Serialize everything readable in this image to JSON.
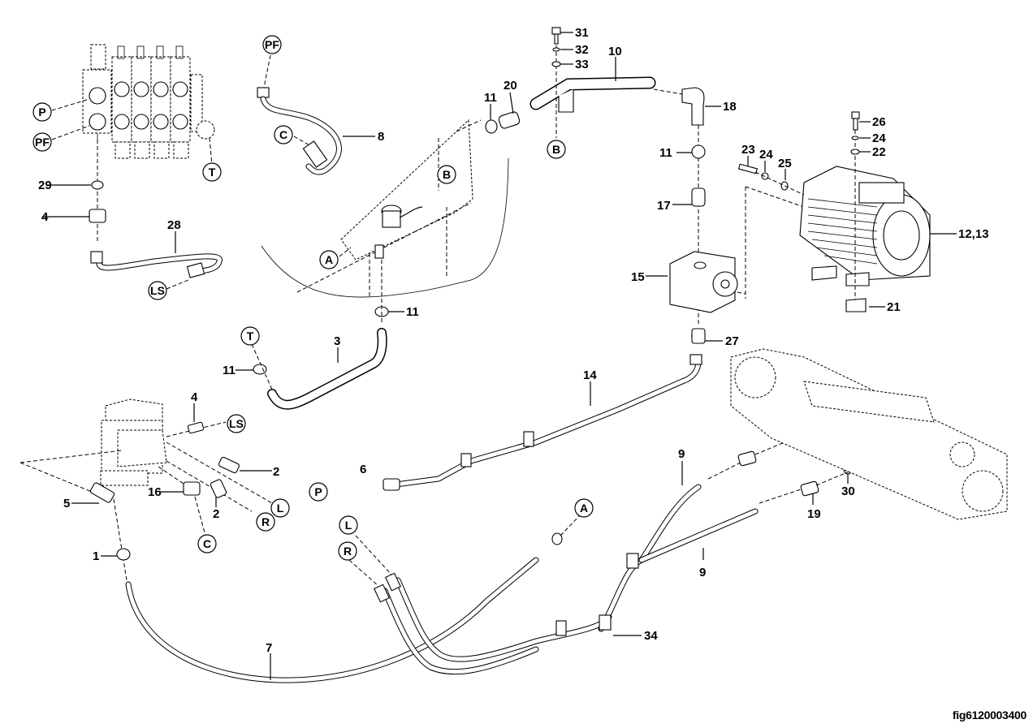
{
  "figure_id": "fig6120003400",
  "part_callouts": [
    {
      "id": "c31",
      "label": "31"
    },
    {
      "id": "c32",
      "label": "32"
    },
    {
      "id": "c33",
      "label": "33"
    },
    {
      "id": "c10",
      "label": "10"
    },
    {
      "id": "c20",
      "label": "20"
    },
    {
      "id": "c11a",
      "label": "11"
    },
    {
      "id": "c18",
      "label": "18"
    },
    {
      "id": "c8",
      "label": "8"
    },
    {
      "id": "c11b",
      "label": "11"
    },
    {
      "id": "c17",
      "label": "17"
    },
    {
      "id": "c26",
      "label": "26"
    },
    {
      "id": "c24a",
      "label": "24"
    },
    {
      "id": "c22",
      "label": "22"
    },
    {
      "id": "c23",
      "label": "23"
    },
    {
      "id": "c24b",
      "label": "24"
    },
    {
      "id": "c25",
      "label": "25"
    },
    {
      "id": "c12_13",
      "label": "12,13"
    },
    {
      "id": "c15",
      "label": "15"
    },
    {
      "id": "c21",
      "label": "21"
    },
    {
      "id": "c29",
      "label": "29"
    },
    {
      "id": "c4a",
      "label": "4"
    },
    {
      "id": "c28",
      "label": "28"
    },
    {
      "id": "c11c",
      "label": "11"
    },
    {
      "id": "c3",
      "label": "3"
    },
    {
      "id": "c11d",
      "label": "11"
    },
    {
      "id": "c27",
      "label": "27"
    },
    {
      "id": "c14",
      "label": "14"
    },
    {
      "id": "c4b",
      "label": "4"
    },
    {
      "id": "c2a",
      "label": "2"
    },
    {
      "id": "c2b",
      "label": "2"
    },
    {
      "id": "c16",
      "label": "16"
    },
    {
      "id": "c5",
      "label": "5"
    },
    {
      "id": "c6",
      "label": "6"
    },
    {
      "id": "c1",
      "label": "1"
    },
    {
      "id": "c9a",
      "label": "9"
    },
    {
      "id": "c9b",
      "label": "9"
    },
    {
      "id": "c19",
      "label": "19"
    },
    {
      "id": "c30",
      "label": "30"
    },
    {
      "id": "c34",
      "label": "34"
    },
    {
      "id": "c7",
      "label": "7"
    }
  ],
  "connection_markers": [
    {
      "id": "m_P1",
      "label": "P"
    },
    {
      "id": "m_PF1",
      "label": "PF"
    },
    {
      "id": "m_T1",
      "label": "T"
    },
    {
      "id": "m_LS1",
      "label": "LS"
    },
    {
      "id": "m_PF2",
      "label": "PF"
    },
    {
      "id": "m_C1",
      "label": "C"
    },
    {
      "id": "m_B1",
      "label": "B"
    },
    {
      "id": "m_B2",
      "label": "B"
    },
    {
      "id": "m_A1",
      "label": "A"
    },
    {
      "id": "m_T2",
      "label": "T"
    },
    {
      "id": "m_LS2",
      "label": "LS"
    },
    {
      "id": "m_L1",
      "label": "L"
    },
    {
      "id": "m_R1",
      "label": "R"
    },
    {
      "id": "m_C2",
      "label": "C"
    },
    {
      "id": "m_P2",
      "label": "P"
    },
    {
      "id": "m_A2",
      "label": "A"
    },
    {
      "id": "m_L2",
      "label": "L"
    },
    {
      "id": "m_R2",
      "label": "R"
    }
  ]
}
